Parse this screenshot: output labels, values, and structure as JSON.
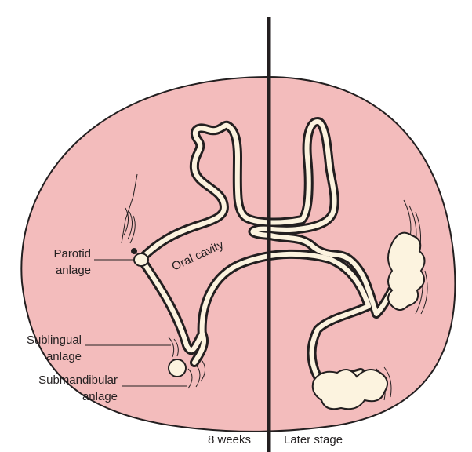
{
  "labels": {
    "parotid": [
      "Parotid",
      "anlage"
    ],
    "sublingual": [
      "Sublingual",
      "anlage"
    ],
    "submandibular": [
      "Submandibular",
      "anlage"
    ],
    "oral_cavity": "Oral cavity",
    "left_stage": "8 weeks",
    "right_stage": "Later stage"
  },
  "colors": {
    "tissue": "#f3bcbc",
    "epithelium": "#fcf3df",
    "outline": "#231f20"
  }
}
